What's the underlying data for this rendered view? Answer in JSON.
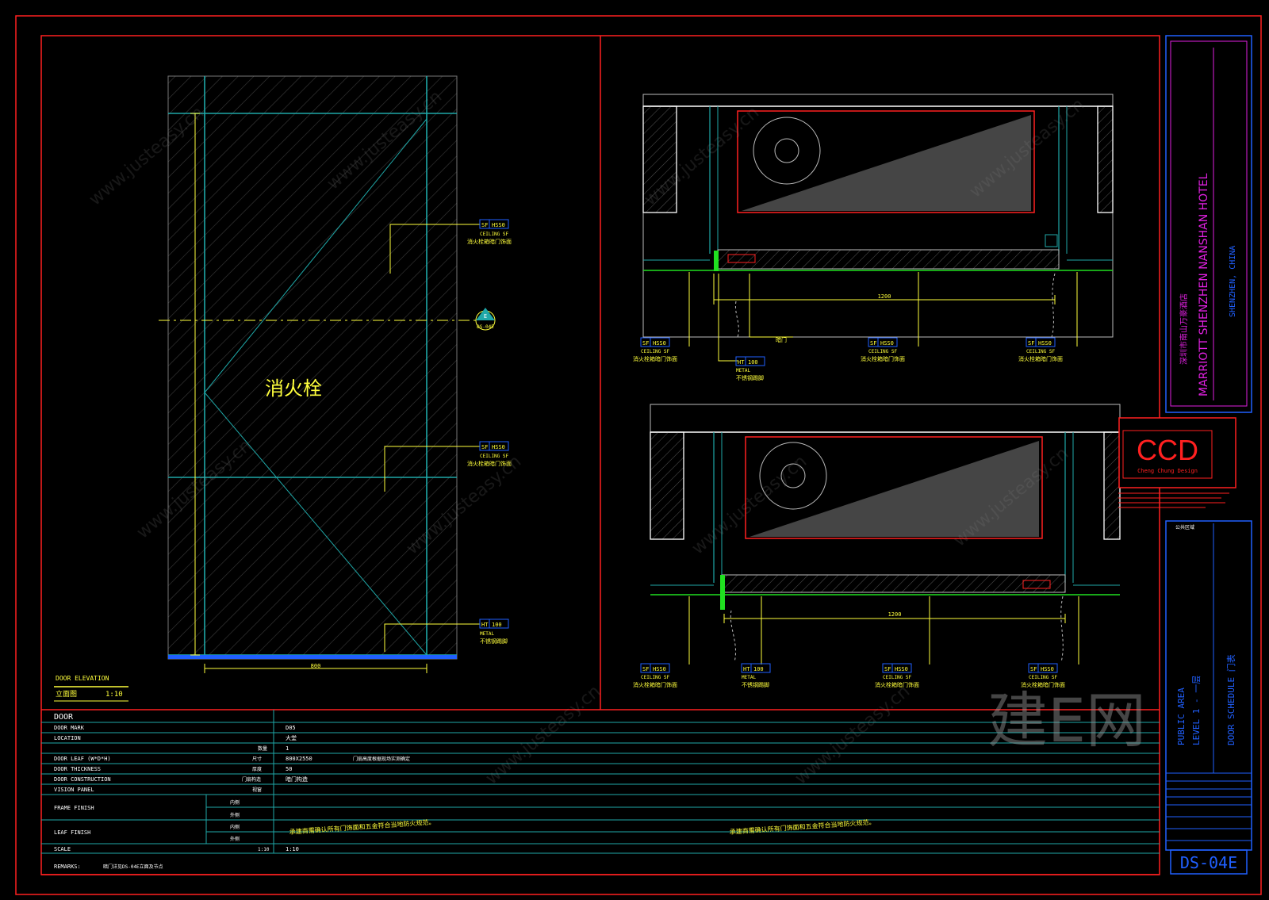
{
  "colors": {
    "background": "#000000",
    "frame_red": "#ff2020",
    "cyan": "#1fa8a8",
    "yellow": "#ffff3c",
    "green": "#20e020",
    "blue": "#2060ff",
    "magenta": "#e020e0",
    "white": "#ffffff",
    "grey_fill": "#454545"
  },
  "elevation": {
    "hydrant_label": "消火栓",
    "title_line1": "DOOR ELEVATION",
    "title_line2": "立面图",
    "scale": "1:10",
    "section_tag_top": "E",
    "section_tag_bottom": "DS-04E",
    "callouts": [
      {
        "code": "SF",
        "ref": "HSS0",
        "sub": "CEILING SF",
        "note": "消火栓箱暗门饰面"
      },
      {
        "code": "SF",
        "ref": "HSS0",
        "sub": "CEILING SF",
        "note": "消火栓箱暗门饰面"
      },
      {
        "code": "HT",
        "ref": "100",
        "sub": "METAL",
        "note": "不锈钢踢脚"
      }
    ],
    "width_dim": "800"
  },
  "plan_top": {
    "width_dim": "1200",
    "callouts": [
      {
        "code": "SF",
        "ref": "HSS0",
        "sub": "CEILING SF",
        "note": "消火栓箱暗门饰面"
      },
      {
        "code": "SF",
        "ref": "HSS0",
        "sub": "CEILING SF",
        "note": "消火栓箱暗门饰面"
      },
      {
        "code": "SF",
        "ref": "HSS0",
        "sub": "CEILING SF",
        "note": "消火栓箱暗门饰面"
      },
      {
        "code": "HT",
        "ref": "100",
        "sub": "METAL",
        "note": "不锈钢踢脚"
      }
    ],
    "side_note": "暗门"
  },
  "plan_bottom": {
    "width_dim": "1200",
    "callouts": [
      {
        "code": "SF",
        "ref": "HSS0",
        "sub": "CEILING SF",
        "note": "消火栓箱暗门饰面"
      },
      {
        "code": "HT",
        "ref": "100",
        "sub": "METAL",
        "note": "不锈钢踢脚"
      },
      {
        "code": "SF",
        "ref": "HSS0",
        "sub": "CEILING SF",
        "note": "消火栓箱暗门饰面"
      },
      {
        "code": "SF",
        "ref": "HSS0",
        "sub": "CEILING SF",
        "note": "消火栓箱暗门饰面"
      }
    ]
  },
  "schedule": {
    "header": "DOOR",
    "rows": [
      {
        "label": "DOOR MARK",
        "code": "",
        "value": "D05"
      },
      {
        "label": "LOCATION",
        "code": "",
        "value": "大堂"
      },
      {
        "label": "",
        "code": "数量",
        "value": "1"
      },
      {
        "label": "DOOR LEAF (W*D*H)",
        "code": "尺寸",
        "value": "800X2550",
        "extra": "门扇高度根据现场实测确定"
      },
      {
        "label": "DOOR THICKNESS",
        "code": "厚度",
        "value": "50"
      },
      {
        "label": "DOOR CONSTRUCTION",
        "code": "门扇构造",
        "value": "暗门构造"
      },
      {
        "label": "VISION PANEL",
        "code": "视窗",
        "value": ""
      }
    ],
    "frame_finish_label": "FRAME FINISH",
    "leaf_finish_label": "LEAF FINISH",
    "finish_codes": [
      "内侧",
      "外侧",
      "内侧",
      "外侧"
    ],
    "finish_note": "承建商需确认所有门饰面和五金符合当地防火规范。",
    "scale_label": "SCALE",
    "scale_value": "1:10",
    "remarks_label": "REMARKS:",
    "remarks_value": "暗门详见DS-04E立面及节点"
  },
  "title_block": {
    "chinese_title": "深圳市南山万豪酒店",
    "hotel_name": "MARRIOTT SHENZHEN NANSHAN HOTEL",
    "location": "SHENZHEN, CHINA",
    "firm_logo": "CCD",
    "firm_sub": "Cheng Chung Design",
    "area_label": "PUBLIC AREA",
    "area_cn": "公共区域",
    "level": "LEVEL 1 - 一层",
    "sheet_title": "DOOR SCHEDULE 门表",
    "sheet_number": "DS-04E"
  },
  "watermark": {
    "site": "www.justeasy.cn",
    "brand": "建E网"
  }
}
